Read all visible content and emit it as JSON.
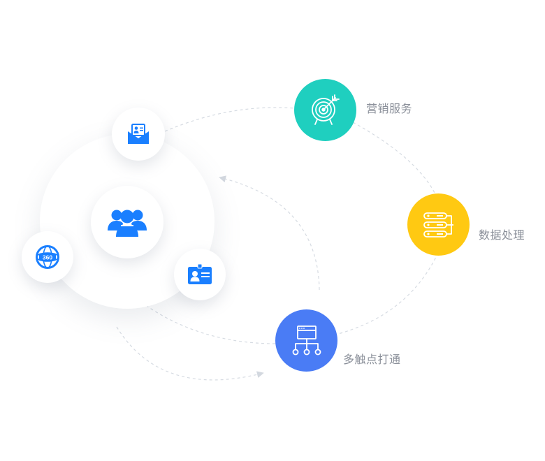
{
  "nodes": {
    "marketing": {
      "label": "营销服务",
      "color": "#1fcfbf",
      "icon": "target-icon"
    },
    "data": {
      "label": "数据处理",
      "color": "#ffc912",
      "icon": "server-icon"
    },
    "touchpoint": {
      "label": "多触点打通",
      "color": "#4a7cf5",
      "icon": "network-icon"
    }
  },
  "hub": {
    "center_icon": "users-group-icon",
    "satellites": [
      "mail-profile-icon",
      "globe-360-icon",
      "id-card-icon"
    ],
    "globe_text": "360"
  },
  "colors": {
    "icon_blue": "#1a7fff",
    "dashed_line": "#d6dbe2",
    "label_text": "#8a8f99"
  }
}
